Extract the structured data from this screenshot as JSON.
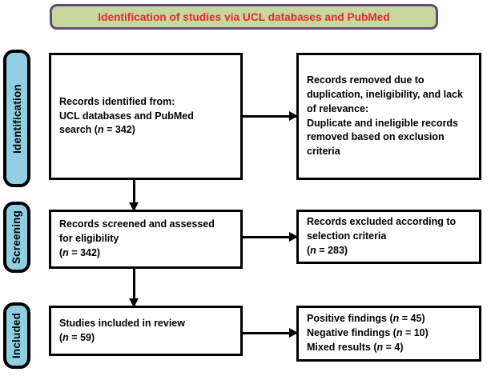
{
  "banner": {
    "title": "Identification of studies via UCL databases and PubMed",
    "fill_color": "#c6d89b",
    "border_color": "#63497a",
    "text_color": "#e8262c"
  },
  "stages": [
    {
      "label": "Identification",
      "fill_color": "#90cfe1"
    },
    {
      "label": "Screening",
      "fill_color": "#90cfe1"
    },
    {
      "label": "Included",
      "fill_color": "#90cfe1"
    }
  ],
  "boxes": {
    "identified": {
      "lines": [
        "Records identified from:",
        "UCL databases and PubMed",
        "search (n = 342)"
      ],
      "count": 342
    },
    "removed": {
      "lines": [
        "Records removed due to",
        "duplication, ineligibility, and lack",
        "of relevance:",
        "Duplicate and ineligible records",
        "removed based on exclusion",
        "criteria"
      ]
    },
    "screened": {
      "lines": [
        "Records screened and assessed",
        "for eligibility",
        "(n = 342)"
      ],
      "count": 342
    },
    "excluded": {
      "lines": [
        "Records excluded according to",
        "selection criteria",
        "(n = 283)"
      ],
      "count": 283
    },
    "included": {
      "lines": [
        "Studies included in review",
        "(n = 59)"
      ],
      "count": 59
    },
    "findings": {
      "lines": [
        "Positive findings (n = 45)",
        "Negative findings (n = 10)",
        "Mixed results (n = 4)"
      ],
      "positive": 45,
      "negative": 10,
      "mixed": 4
    }
  },
  "arrows": [
    {
      "name": "identified-to-removed",
      "direction": "right"
    },
    {
      "name": "screened-to-excluded",
      "direction": "right"
    },
    {
      "name": "included-to-findings",
      "direction": "right"
    },
    {
      "name": "identified-to-screened",
      "direction": "down"
    },
    {
      "name": "screened-to-included",
      "direction": "down"
    }
  ]
}
